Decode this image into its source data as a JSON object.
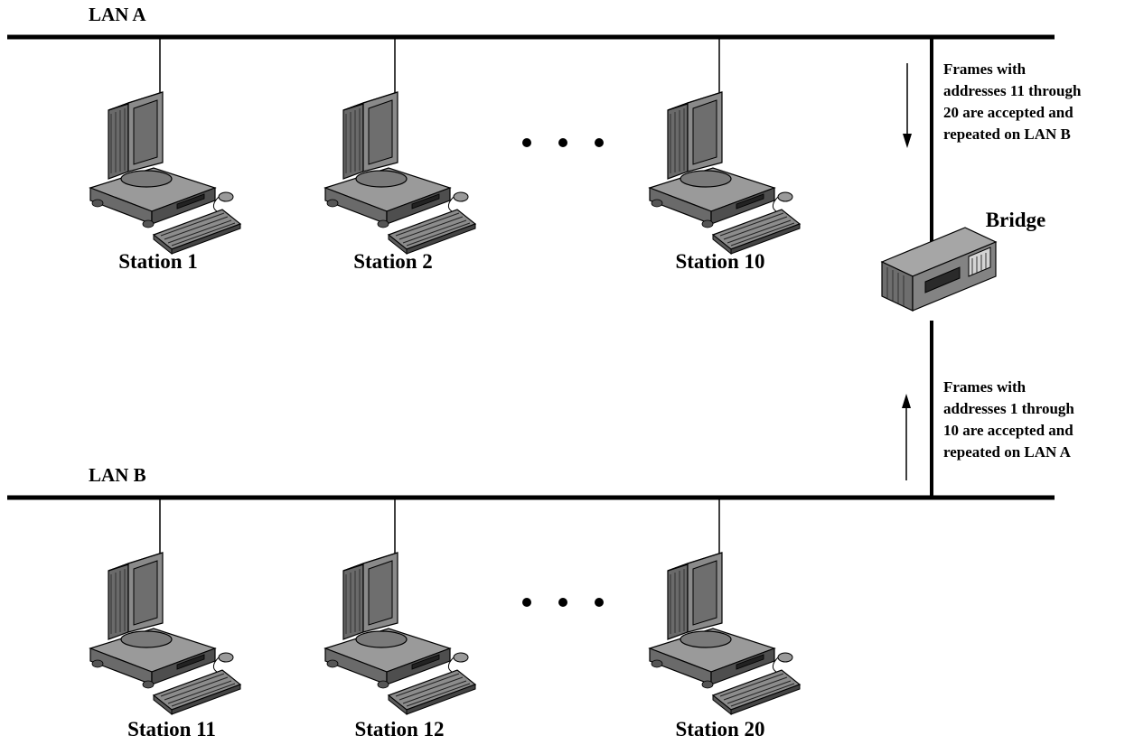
{
  "lan_a": {
    "label": "LAN A"
  },
  "lan_b": {
    "label": "LAN B"
  },
  "bridge": {
    "label": "Bridge"
  },
  "notes": {
    "a_to_b": [
      "Frames with",
      "addresses 11 through",
      "20 are accepted and",
      "repeated on LAN B"
    ],
    "b_to_a": [
      "Frames with",
      "addresses 1 through",
      "10 are accepted and",
      "repeated on LAN A"
    ]
  },
  "stations_a": [
    {
      "label": "Station 1"
    },
    {
      "label": "Station 2"
    },
    {
      "label": "Station 10"
    }
  ],
  "stations_b": [
    {
      "label": "Station 11"
    },
    {
      "label": "Station 12"
    },
    {
      "label": "Station 20"
    }
  ],
  "colors": {
    "line": "#000000",
    "device_light": "#a0a0a0",
    "device_mid": "#787878",
    "device_dark": "#4a4a4a",
    "screen": "#8c8c8c"
  },
  "icons": {
    "workstation": "desktop-computer-icon",
    "bridge": "bridge-device-icon",
    "ellipsis": "ellipsis-dots-icon"
  }
}
